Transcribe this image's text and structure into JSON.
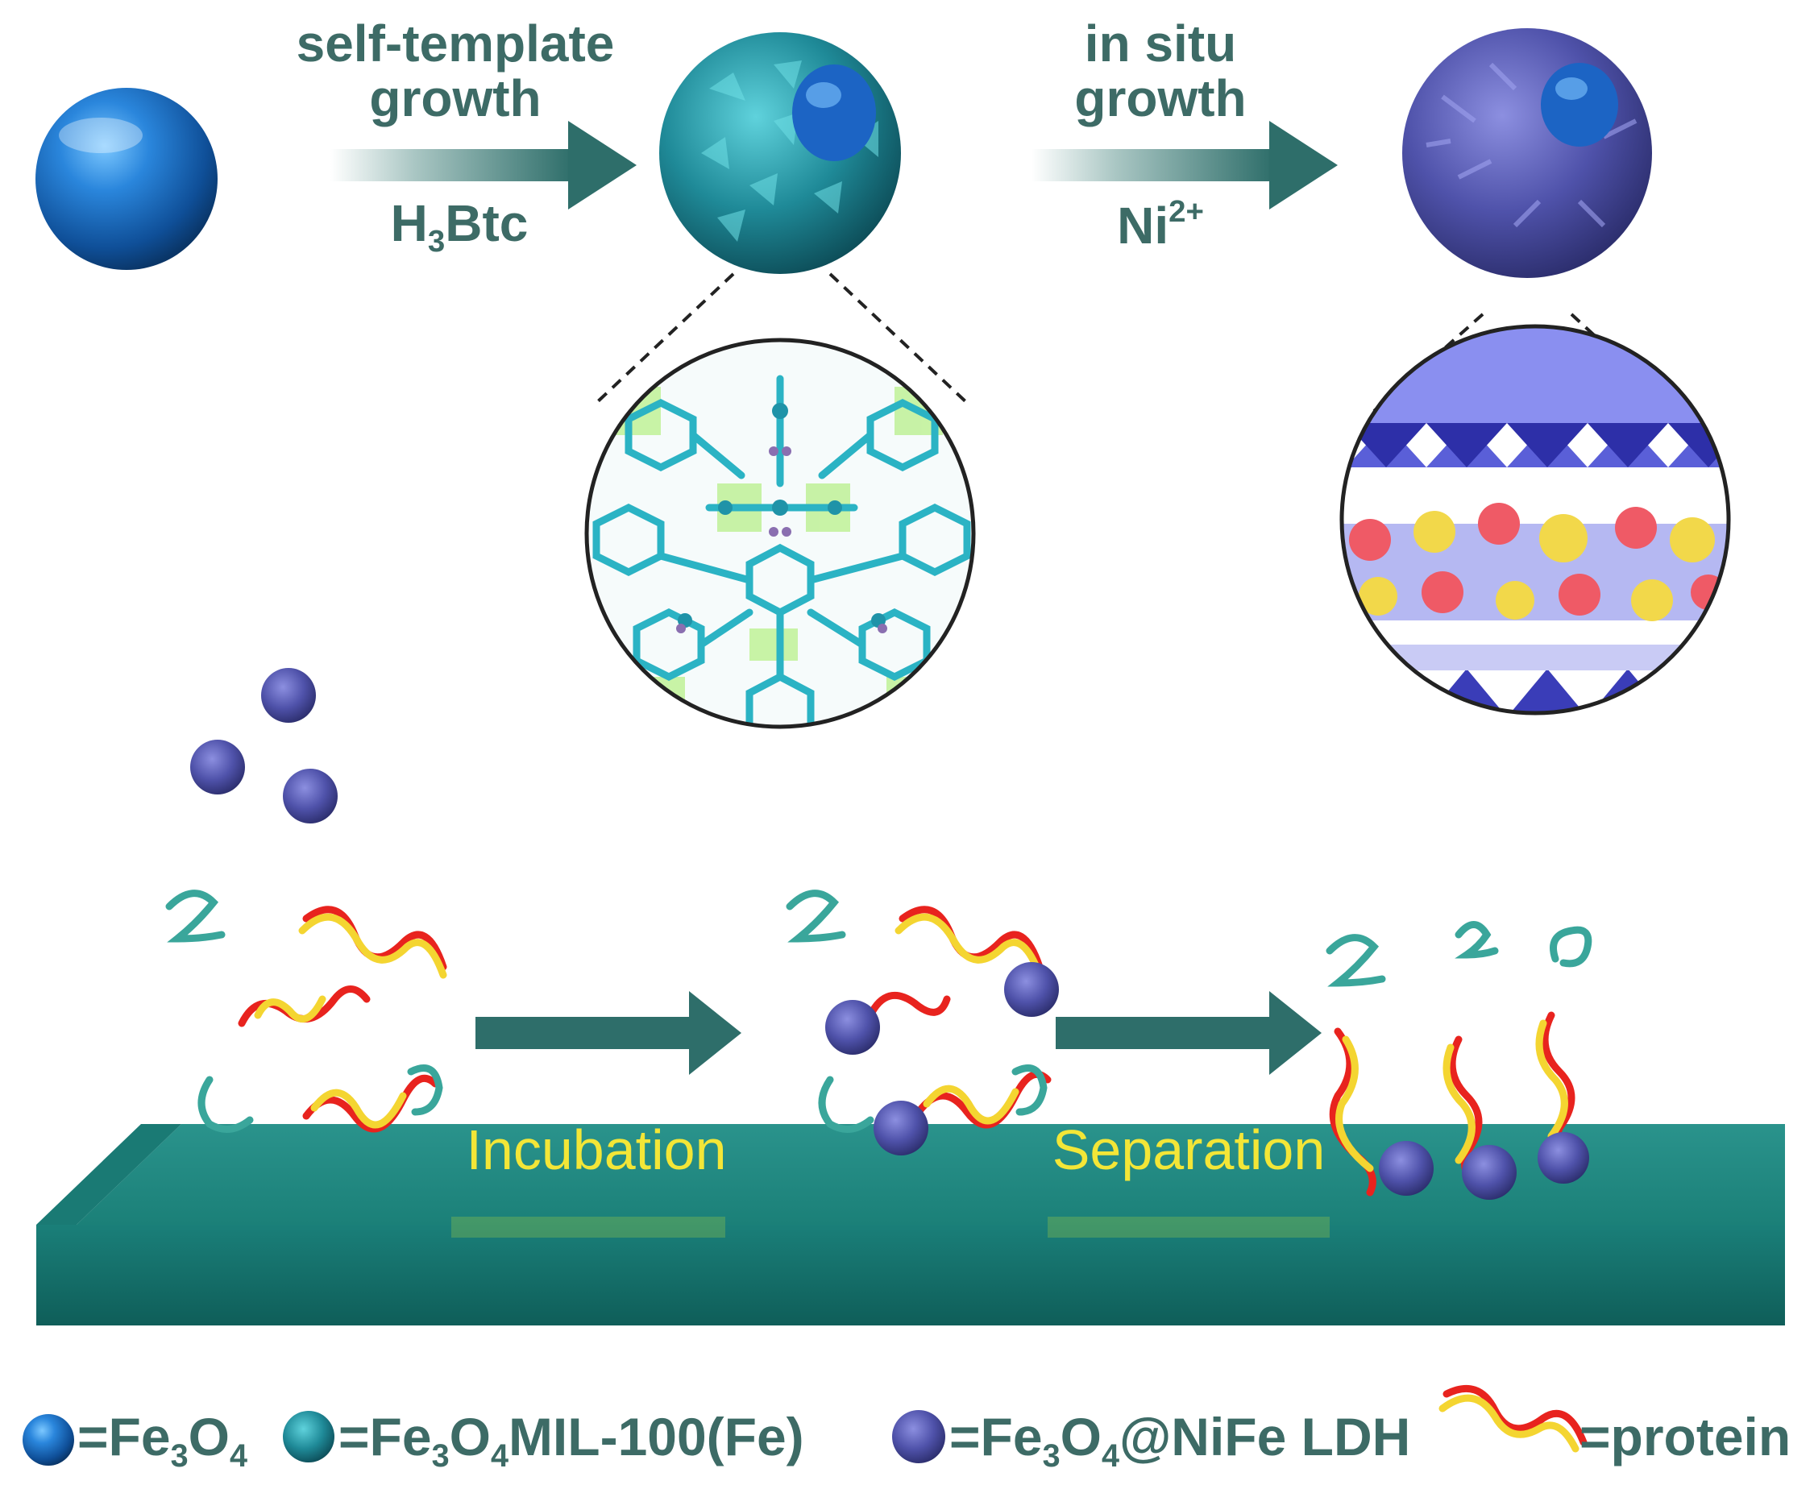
{
  "step1": {
    "line1": "self-template",
    "line2": "growth",
    "reagent_main": "H",
    "reagent_sub": "3",
    "reagent_tail": "Btc"
  },
  "step2": {
    "line1": "in situ",
    "line2": "growth",
    "reagent_main": "Ni",
    "reagent_sup": "2+"
  },
  "process": {
    "incubation": "Incubation",
    "separation": "Separation"
  },
  "legend": {
    "fe3o4": {
      "eq": "=Fe",
      "s1": "3",
      "mid": "O",
      "s2": "4",
      "tail": ""
    },
    "mil": {
      "eq": "=Fe",
      "s1": "3",
      "mid": "O",
      "s2": "4",
      "tail": "MIL-100(Fe)"
    },
    "ldh": {
      "eq": "=Fe",
      "s1": "3",
      "mid": "O",
      "s2": "4",
      "tail": "@NiFe LDH"
    },
    "protein": "=protein"
  },
  "colors": {
    "text": "#3d6b66",
    "arrow": "#2e6e6a",
    "slab": "#1f8a84",
    "ldh": "#4a4d9e",
    "mof": "#2a9aa8",
    "fe3o4": "#1e6fc1",
    "protein_red": "#e8231e",
    "protein_yellow": "#f4d531",
    "label_yellow": "#f3e637"
  }
}
